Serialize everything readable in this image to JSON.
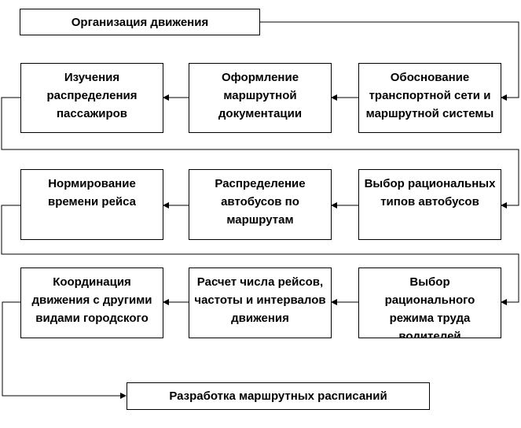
{
  "diagram": {
    "top_title": "Организация движения",
    "rows": [
      [
        "Изучения распределения пассажиров",
        "Оформление маршрутной документации",
        "Обоснование транспортной сети и маршрутной системы"
      ],
      [
        "Нормирование времени рейса",
        "Распределение автобусов по маршрутам",
        "Выбор рациональных типов автобусов"
      ],
      [
        "Координация движения с другими видами городского",
        "Расчет числа рейсов, частоты и интервалов движения",
        "Выбор рационального режима труда водителей"
      ]
    ],
    "bottom_title": "Разработка маршрутных расписаний"
  }
}
